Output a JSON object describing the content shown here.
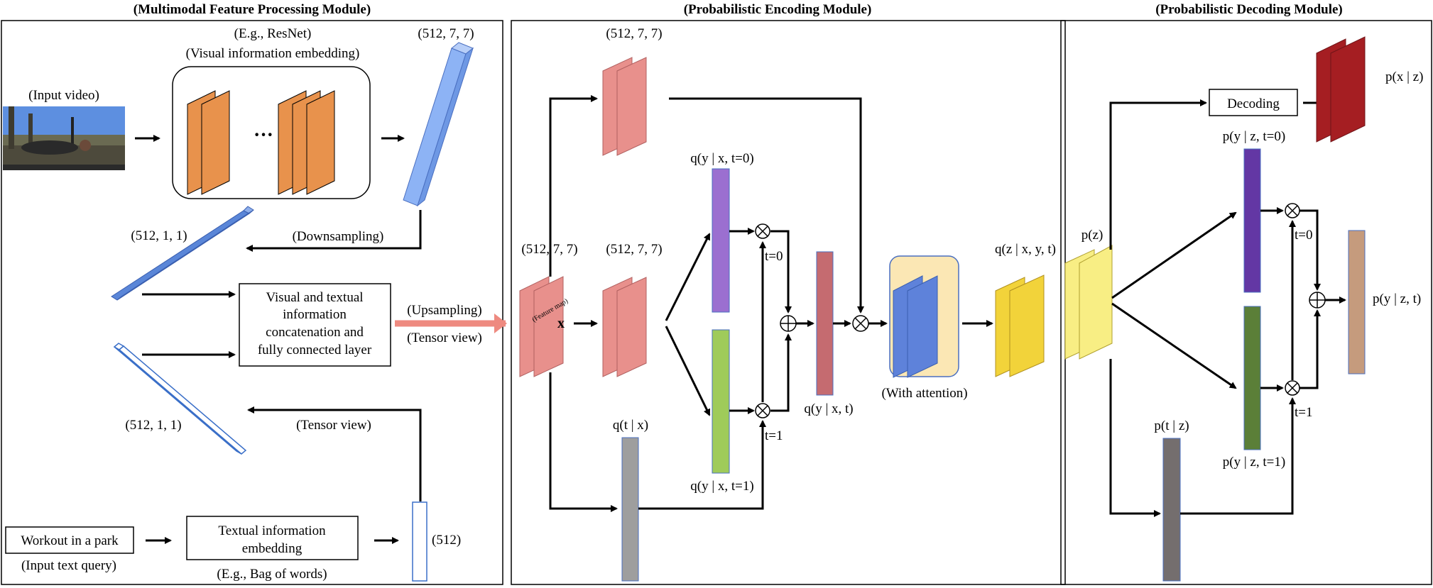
{
  "modules": {
    "processing": "(Multimodal Feature Processing Module)",
    "encoding": "(Probabilistic Encoding Module)",
    "decoding": "(Probabilistic Decoding Module)"
  },
  "processing": {
    "dims_top": "(512, 7, 7)",
    "resnet": "(E.g., ResNet)",
    "visual_embedding": "(Visual information embedding)",
    "input_video": "(Input video)",
    "dots": "···",
    "downsampling": "(Downsampling)",
    "dims_small": "(512, 1, 1)",
    "concat_box": [
      "Visual and textual",
      "information",
      "concatenation and",
      "fully connected layer"
    ],
    "upsampling": "(Upsampling)",
    "tensor_view": "(Tensor view)",
    "dims_small2": "(512, 1, 1)",
    "tensor_view2": "(Tensor view)",
    "text_query_value": "Workout in a park",
    "input_text_query": "(Input text query)",
    "text_embedding_box": [
      "Textual information",
      "embedding"
    ],
    "bag_of_words": "(E.g., Bag of words)",
    "dims_vec": "(512)"
  },
  "encoding": {
    "dims_top": "(512, 7, 7)",
    "dims_left": "(512, 7, 7)",
    "dims_mid": "(512, 7, 7)",
    "feature_map": "(Feature map)",
    "x_symbol": "x",
    "q_y_t0": "q(y | x, t=0)",
    "q_y_t1": "q(y | x, t=1)",
    "t0": "t=0",
    "t1": "t=1",
    "q_t_x": "q(t | x)",
    "q_y_xt": "q(y | x, t)",
    "with_attention": "(With attention)",
    "q_z": "q(z | x, y, t)"
  },
  "decoding": {
    "decoding_box": "Decoding",
    "p_x_z": "p(x | z)",
    "p_y_t0": "p(y | z, t=0)",
    "p_z": "p(z)",
    "t0": "t=0",
    "t1": "t=1",
    "p_y_zt": "p(y | z, t)",
    "p_t_z": "p(t | z)",
    "p_y_t1": "p(y | z, t=1)"
  },
  "colors": {
    "orange": "#E8924C",
    "blue_bar": "#8DB3F5",
    "blue_dark": "#5A86D8",
    "salmon": "#E8908C",
    "purple": "#9B6FD0",
    "green": "#9FCB5A",
    "gray": "#9E9E9E",
    "rose": "#C56B70",
    "attention_bg": "#FBE7B4",
    "attention_blue": "#5E82DA",
    "gold": "#F2D33A",
    "pale_yellow": "#F8EE84",
    "dark_red": "#A51E22",
    "dark_purple": "#6337A4",
    "dark_green": "#5B7F38",
    "tan": "#C59B7D",
    "dark_gray": "#746E6E",
    "arrow_pink": "#EE8A80"
  }
}
